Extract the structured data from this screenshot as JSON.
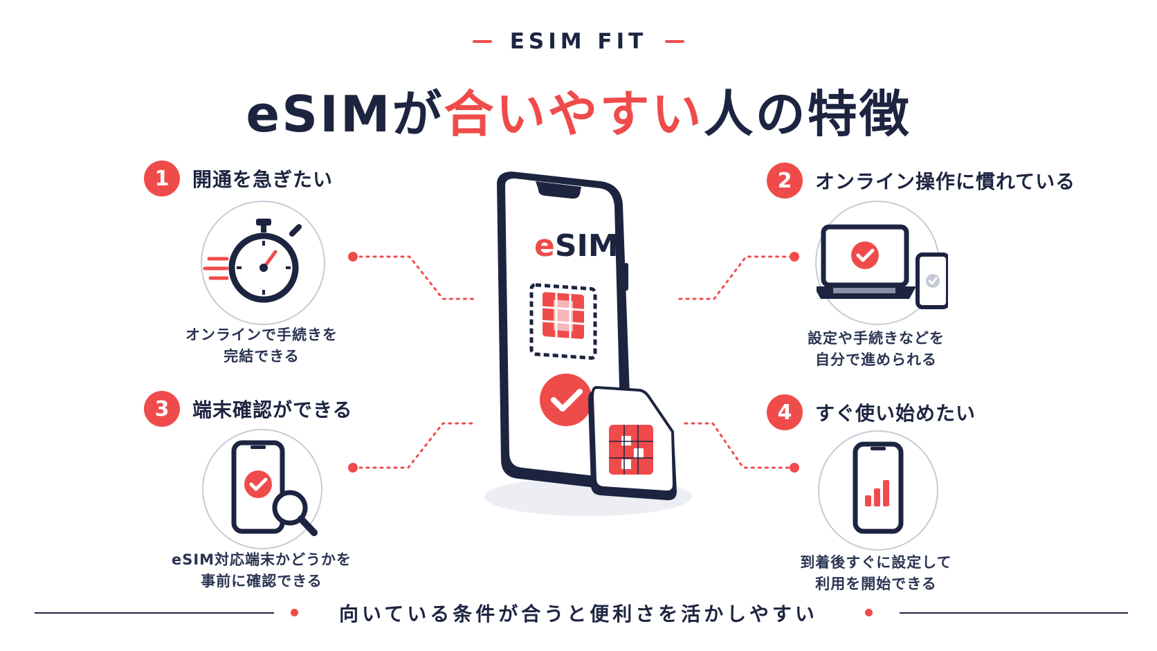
{
  "brand": {
    "name": "ESIM FIT"
  },
  "title": {
    "part1": "eSIMが",
    "highlight": "合いやすい",
    "part2": "人の特徴"
  },
  "center_phone": {
    "screen_label_e": "e",
    "screen_label_rest": "SIM",
    "icons": [
      "esim-chip-icon",
      "check-circle-icon",
      "physical-sim-card-icon"
    ]
  },
  "features": [
    {
      "number": "1",
      "title": "開通を急ぎたい",
      "caption_line1": "オンラインで手続きを",
      "caption_line2": "完結できる",
      "icon": "stopwatch-icon"
    },
    {
      "number": "2",
      "title": "オンライン操作に慣れている",
      "caption_line1": "設定や手続きなどを",
      "caption_line2": "自分で進められる",
      "icon": "laptop-phone-check-icon"
    },
    {
      "number": "3",
      "title": "端末確認ができる",
      "caption_line1": "eSIM対応端末かどうかを",
      "caption_line2": "事前に確認できる",
      "icon": "phone-magnifier-icon"
    },
    {
      "number": "4",
      "title": "すぐ使い始めたい",
      "caption_line1": "到着後すぐに設定して",
      "caption_line2": "利用を開始できる",
      "icon": "phone-signal-icon"
    }
  ],
  "footer": {
    "text": "向いている条件が合うと便利さを活かしやすい"
  },
  "colors": {
    "accent": "#ef4b4b",
    "navy": "#1c2440",
    "light_gray": "#c6cad6"
  }
}
